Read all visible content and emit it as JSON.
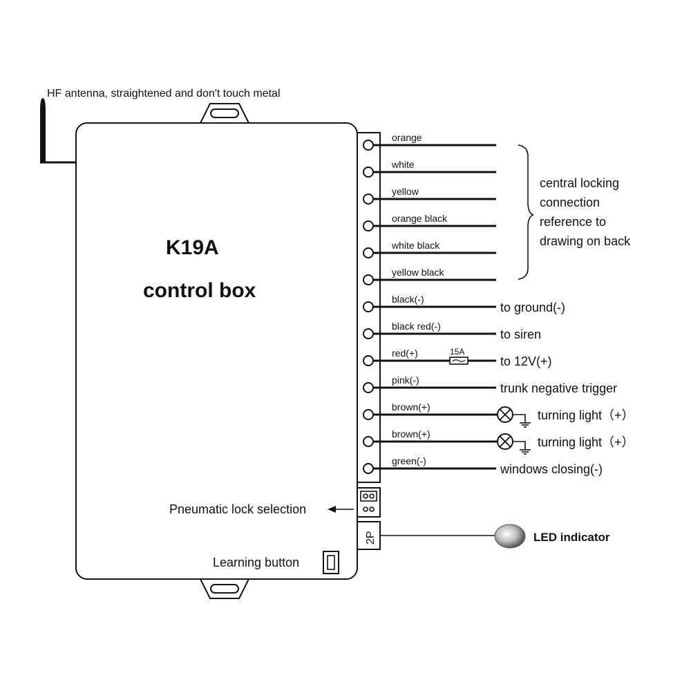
{
  "antenna": {
    "label": "HF antenna, straightened and don't touch metal"
  },
  "control_box": {
    "model": "K19A",
    "name": "control box"
  },
  "wires": [
    {
      "color": "orange",
      "destination": ""
    },
    {
      "color": "white",
      "destination": ""
    },
    {
      "color": "yellow",
      "destination": ""
    },
    {
      "color": "orange black",
      "destination": ""
    },
    {
      "color": "white black",
      "destination": ""
    },
    {
      "color": "yellow black",
      "destination": ""
    },
    {
      "color": "black(-)",
      "destination": "to ground(-)"
    },
    {
      "color": "black red(-)",
      "destination": "to siren"
    },
    {
      "color": "red(+)",
      "destination": "to 12V(+)",
      "fuse": "15A"
    },
    {
      "color": "pink(-)",
      "destination": "trunk negative trigger"
    },
    {
      "color": "brown(+)",
      "destination": "turning light（+）",
      "lamp": true
    },
    {
      "color": "brown(+)",
      "destination": "turning light（+）",
      "lamp": true
    },
    {
      "color": "green(-)",
      "destination": "windows closing(-)"
    }
  ],
  "central_locking": {
    "lines": [
      "central locking",
      "connection",
      "reference to",
      "drawing on back"
    ]
  },
  "pneumatic": {
    "label": "Pneumatic lock selection"
  },
  "connector_2p": {
    "label": "2P"
  },
  "led": {
    "label": "LED indicator"
  },
  "learning": {
    "label": "Learning button"
  }
}
